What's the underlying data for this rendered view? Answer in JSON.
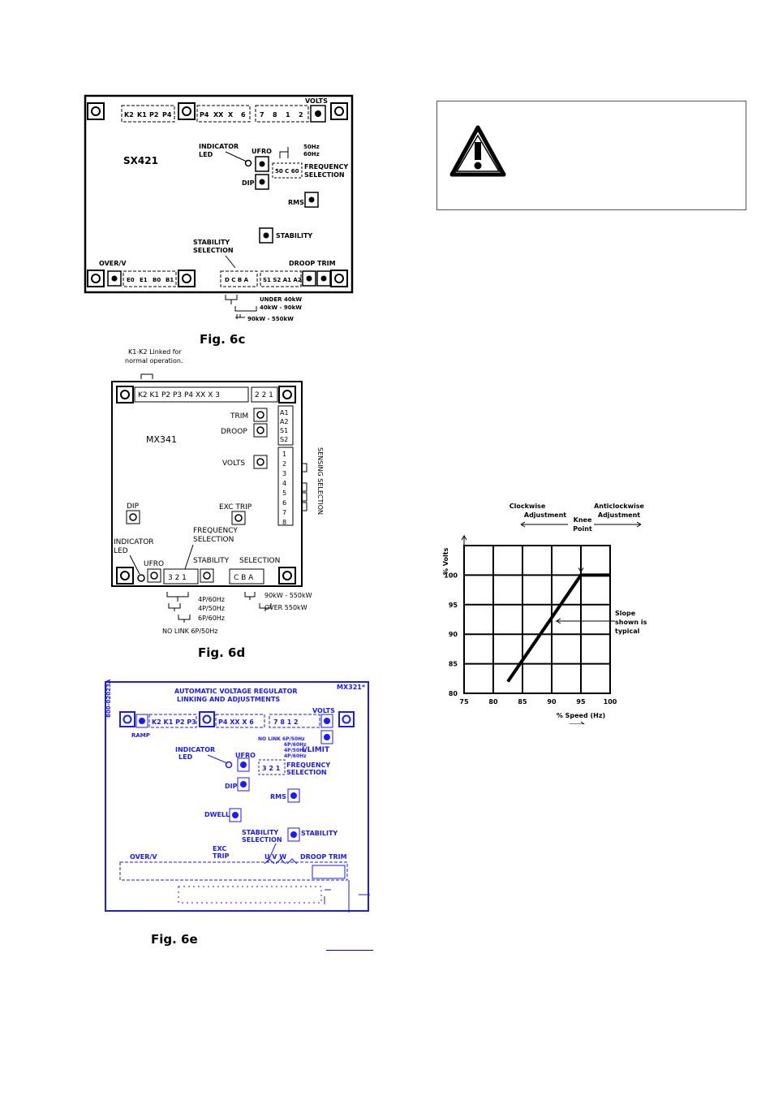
{
  "fig6c": {
    "caption": "Fig. 6c",
    "model": "SX421",
    "top_terminals_left": [
      "K2",
      "K1",
      "P2",
      "P4"
    ],
    "top_terminals_mid": [
      "P4",
      "XX",
      "X",
      "6"
    ],
    "top_terminals_right": [
      "7",
      "8",
      "1",
      "2"
    ],
    "volts": "VOLTS",
    "indicator_led": [
      "INDICATOR",
      "LED"
    ],
    "ufro": "UFRO",
    "hz50": "50Hz",
    "hz60": "60Hz",
    "freq_terms": "50 C 60",
    "freq_sel": [
      "FREQUENCY",
      "SELECTION"
    ],
    "dip": "DIP",
    "rms": "RMS",
    "stability": "STABILITY",
    "stability_sel": [
      "STABILITY",
      "SELECTION"
    ],
    "overv": "OVER/V",
    "overv_terms": [
      "E0",
      "E1",
      "B0",
      "B1"
    ],
    "stab_terms": "D C B A",
    "droop_trim": "DROOP TRIM",
    "droop_terms": "S1 S2 A1 A2",
    "notes": [
      "UNDER 40kW",
      "40kW - 90kW",
      "90kW - 550kW"
    ]
  },
  "fig6d": {
    "caption": "Fig. 6d",
    "link_note": [
      "K1-K2 Linked for",
      "normal operation."
    ],
    "model": "MX341",
    "top_terms": "K2 K1 P2 P3 P4 XX X 3",
    "top_terms_right": "2 2 1",
    "trim": "TRIM",
    "droop": "DROOP",
    "volts": "VOLTS",
    "a_terms": [
      "A1",
      "A2",
      "S1",
      "S2"
    ],
    "sense_terms": [
      "1",
      "2",
      "3",
      "4",
      "5",
      "6",
      "7",
      "8"
    ],
    "sensing_selection": "SENSING SELECTION",
    "dip": "DIP",
    "exc_trip": "EXC TRIP",
    "indicator_led": [
      "INDICATOR",
      "LED"
    ],
    "freq_sel": [
      "FREQUENCY",
      "SELECTION"
    ],
    "ufro": "UFRO",
    "stability": "STABILITY",
    "selection": "SELECTION",
    "freq_terms": "3 2 1",
    "stab_terms": "C B A",
    "notes_left": [
      "4P/60Hz",
      "4P/50Hz",
      "6P/60Hz",
      "NO LINK  6P/50Hz"
    ],
    "notes_right": [
      "90kW - 550kW",
      "OVER 550kW"
    ]
  },
  "fig6e": {
    "caption": "Fig. 6e",
    "model": "MX321*",
    "side_code": "800-02023A",
    "title": [
      "AUTOMATIC VOLTAGE REGULATOR",
      "LINKING AND ADJUSTMENTS"
    ],
    "volts": "VOLTS",
    "top_terms": "K2 K1 P2 P3",
    "top_terms_mid": "P4 XX X 6",
    "top_terms_right": "7 8 1 2",
    "ramp": "RAMP",
    "indicator_led": [
      "INDICATOR",
      "LED"
    ],
    "ufro": "UFRO",
    "ilimit": "I/LIMIT",
    "ilimit_notes": [
      "NO LINK  6P/50Hz",
      "6P/60Hz",
      "4P/50Hz",
      "4P/60Hz"
    ],
    "freq_terms": "3 2 1",
    "freq_sel": [
      "FREQUENCY",
      "SELECTION"
    ],
    "dip": "DIP",
    "rms": "RMS",
    "dwell": "DWELL",
    "stability": "STABILITY",
    "stability_sel": [
      "STABILITY",
      "SELECTION"
    ],
    "exc_trip": [
      "EXC",
      "TRIP"
    ],
    "overv": "OVER/V",
    "uvw": "U  V  W",
    "droop_trim": "DROOP TRIM"
  },
  "chart_data": {
    "type": "line",
    "x": [
      82.5,
      95,
      100
    ],
    "y": [
      82,
      100,
      100
    ],
    "xlim": [
      75,
      100
    ],
    "ylim": [
      80,
      105
    ],
    "xticks": [
      "75",
      "80",
      "85",
      "90",
      "95",
      "100"
    ],
    "yticks": [
      "80",
      "85",
      "90",
      "95",
      "100"
    ],
    "ylabel": "% Volts",
    "xlabel": "% Speed (Hz)",
    "grid": true,
    "annotations": {
      "clockwise": [
        "Clockwise",
        "Adjustment"
      ],
      "anticlockwise": [
        "Anticlockwise",
        "Adjustment"
      ],
      "knee": [
        "Knee",
        "Point"
      ],
      "slope": [
        "Slope",
        "shown is",
        "typical"
      ]
    }
  },
  "colors": {
    "diagram": "#000000",
    "fig6e": "#1a1aff",
    "link": "#0000ee"
  }
}
